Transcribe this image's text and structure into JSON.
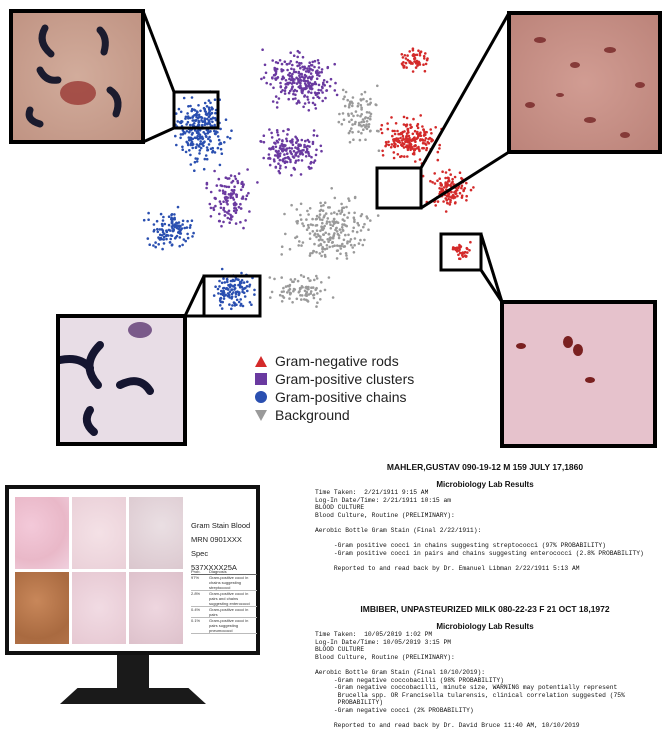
{
  "legend": {
    "items": [
      {
        "label": "Gram-negative rods",
        "color": "#d42a2a",
        "marker": "triangle-up"
      },
      {
        "label": "Gram-positive clusters",
        "color": "#6a3aa0",
        "marker": "square"
      },
      {
        "label": "Gram-positive chains",
        "color": "#2a4fb0",
        "marker": "circle"
      },
      {
        "label": "Background",
        "color": "#9a9a9a",
        "marker": "triangle-down"
      }
    ]
  },
  "monitor": {
    "title": "Gram Stain Blood",
    "mrn": "MRN 0901XXX",
    "spec": "Spec 537XXXX25A",
    "table_header": [
      "Prob.",
      "Diagnosis"
    ],
    "table_rows": [
      [
        "97%",
        "Gram-positive cocci in chains suggesting streptococci"
      ],
      [
        "2.8%",
        "Gram-positive cocci in pairs and chains suggesting enterococci"
      ],
      [
        "0.4%",
        "Gram-positive cocci in pairs"
      ],
      [
        "0.1%",
        "Gram-positive cocci in pairs suggesting pneumococci"
      ]
    ]
  },
  "report1": {
    "patient": "MAHLER,GUSTAV 090-19-12 M 159 JULY 17,1860",
    "title": "Microbiology Lab Results",
    "body": "Time Taken:  2/21/1911 9:15 AM\nLog-In Date/Time: 2/21/1911 10:15 am\nBLOOD CULTURE\nBlood Culture, Routine (PRELIMINARY):\n\nAerobic Bottle Gram Stain (Final 2/22/1911):\n\n     -Gram positive cocci in chains suggesting streptococci (97% PROBABILITY)\n     -Gram positive cocci in pairs and chains suggesting enterococci (2.8% PROBABILITY)\n\n     Reported to and read back by Dr. Emanuel Libman 2/22/1911 5:13 AM"
  },
  "report2": {
    "patient": "IMBIBER, UNPASTEURIZED MILK 080-22-23 F 21 OCT 18,1972",
    "title": "Microbiology Lab Results",
    "body": "Time Taken:  10/05/2019 1:02 PM\nLog-In Date/Time: 10/05/2019 3:15 PM\nBLOOD CULTURE\nBlood Culture, Routine (PRELIMINARY):\n\nAerobic Bottle Gram Stain (Final 10/10/2019):\n     -Gram negative coccobacilli (98% PROBABILITY)\n     -Gram negative coccobacilli, minute size, WARNING may potentially represent\n      Brucella spp. OR Francisella tularensis, clinical correlation suggested (75%\n      PROBABILITY)\n     -Gram negative cocci (2% PROBABILITY)\n\n     Reported to and read back by Dr. David Bruce 11:40 AM, 10/10/2019"
  }
}
